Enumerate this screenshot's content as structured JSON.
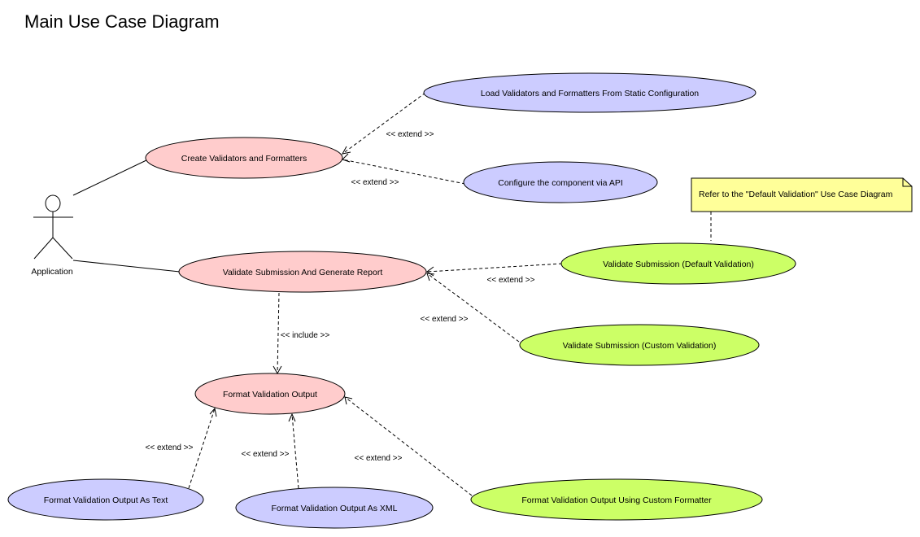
{
  "title": "Main Use Case Diagram",
  "colors": {
    "pink": "#ffcccc",
    "blue": "#ccccff",
    "green": "#ccff66",
    "note": "#ffff99",
    "line": "#000000"
  },
  "actor": {
    "name": "Application",
    "icon": "stick-figure-icon"
  },
  "use_cases": {
    "create": {
      "label": "Create Validators and Formatters",
      "color": "pink"
    },
    "load_static": {
      "label": "Load Validators and Formatters From Static Configuration",
      "color": "blue"
    },
    "configure_api": {
      "label": "Configure the component via API",
      "color": "blue"
    },
    "validate_generate": {
      "label": "Validate Submission And Generate Report",
      "color": "pink"
    },
    "validate_default": {
      "label": "Validate Submission (Default Validation)",
      "color": "green"
    },
    "validate_custom": {
      "label": "Validate Submission (Custom Validation)",
      "color": "green"
    },
    "format_output": {
      "label": "Format Validation Output",
      "color": "pink"
    },
    "format_text": {
      "label": "Format Validation Output As Text",
      "color": "blue"
    },
    "format_xml": {
      "label": "Format Validation Output As XML",
      "color": "blue"
    },
    "format_custom": {
      "label": "Format Validation Output Using Custom Formatter",
      "color": "green"
    }
  },
  "relationships": {
    "extend_label": "<< extend >>",
    "include_label": "<< include >>"
  },
  "note": {
    "text": "Refer to the \"Default Validation\" Use Case Diagram"
  }
}
